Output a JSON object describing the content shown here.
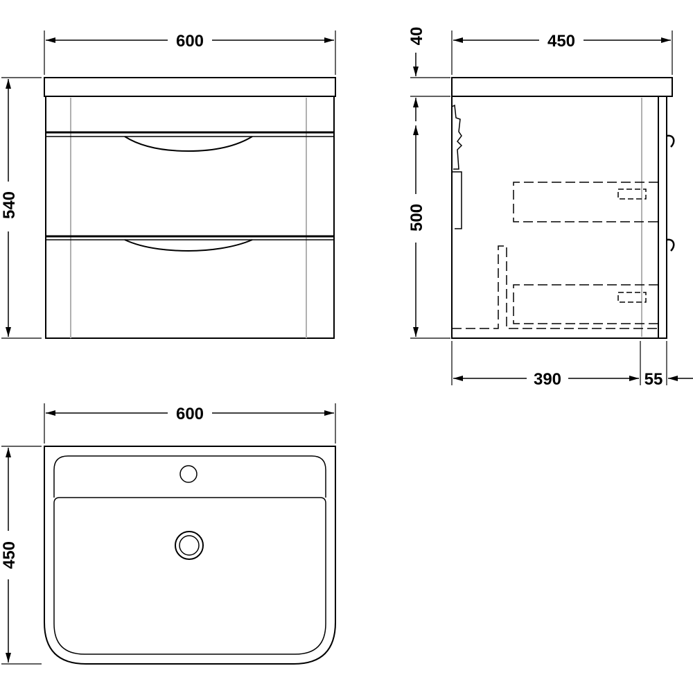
{
  "front_view": {
    "width_label": "600",
    "height_label": "540"
  },
  "side_view": {
    "top_thickness_label": "40",
    "depth_label": "450",
    "height_label": "500",
    "cabinet_depth_label": "390",
    "door_depth_label": "55"
  },
  "plan_view": {
    "width_label": "600",
    "depth_label": "450"
  },
  "colors": {
    "line": "#000000",
    "light_line": "#b0b0b0",
    "background": "#ffffff"
  }
}
